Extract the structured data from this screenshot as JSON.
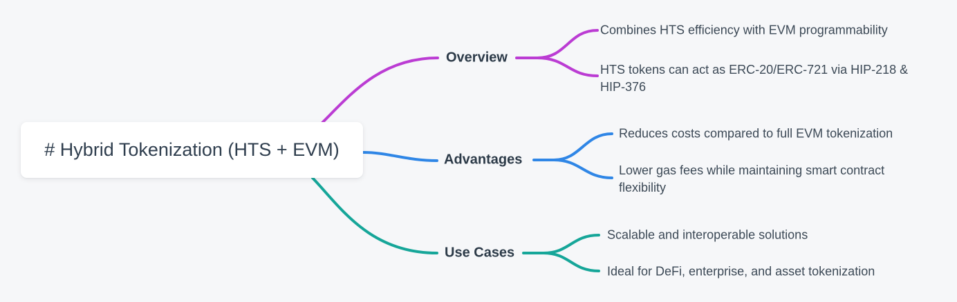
{
  "root": {
    "label": "# Hybrid Tokenization (HTS + EVM)"
  },
  "branches": [
    {
      "label": "Overview",
      "color": "#bb3cd3",
      "children": [
        "Combines HTS efficiency with EVM programmability",
        "HTS tokens can act as ERC-20/ERC-721 via HIP-218 & HIP-376"
      ]
    },
    {
      "label": "Advantages",
      "color": "#2f86e6",
      "children": [
        "Reduces costs compared to full EVM tokenization",
        "Lower gas fees while maintaining smart contract flexibility"
      ]
    },
    {
      "label": "Use Cases",
      "color": "#16a699",
      "children": [
        "Scalable and interoperable solutions",
        "Ideal for DeFi, enterprise, and asset tokenization"
      ]
    }
  ],
  "colors": {
    "background": "#f6f7f9",
    "node_background": "#ffffff",
    "text": "#2f3e4e"
  }
}
